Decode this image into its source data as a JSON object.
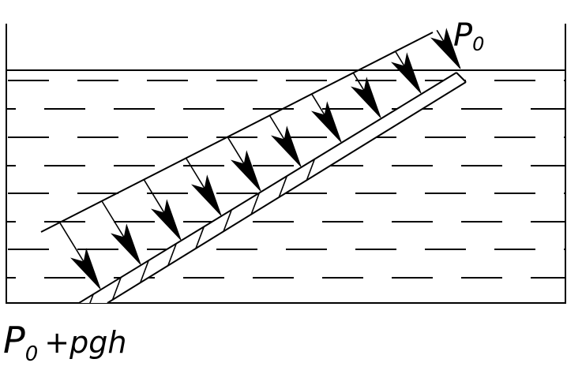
{
  "labels": {
    "top_pressure": {
      "main": "P",
      "sub": "0"
    },
    "bottom_pressure": {
      "main": "P",
      "sub": "0",
      "rest": "+pgh"
    }
  },
  "colors": {
    "stroke": "#000000",
    "background": "#ffffff"
  }
}
